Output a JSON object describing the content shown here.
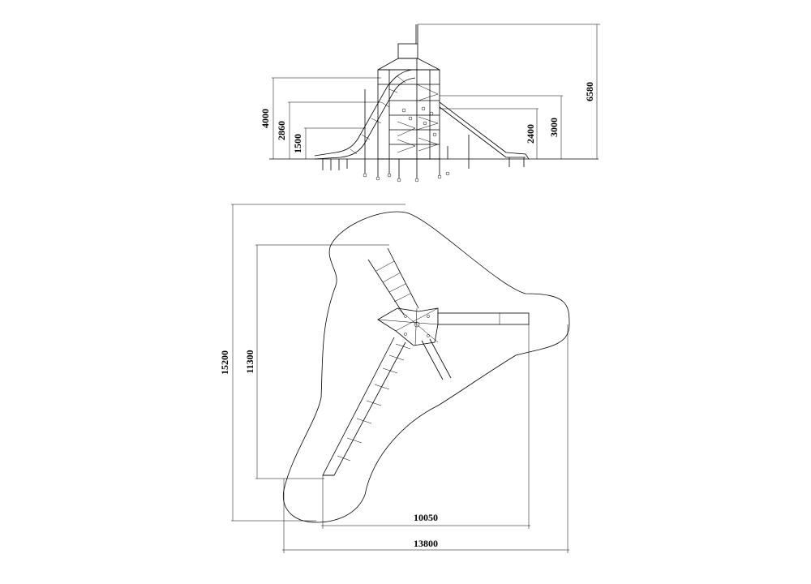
{
  "elevation": {
    "dimensions": {
      "total_height": "6580",
      "left_slide_top": "4000",
      "left_mid": "2860",
      "left_low": "1500",
      "right_low": "2400",
      "right_high": "3000"
    }
  },
  "plan": {
    "dimensions": {
      "outer_height": "15200",
      "inner_height": "11300",
      "inner_width": "10050",
      "outer_width": "13800"
    }
  }
}
